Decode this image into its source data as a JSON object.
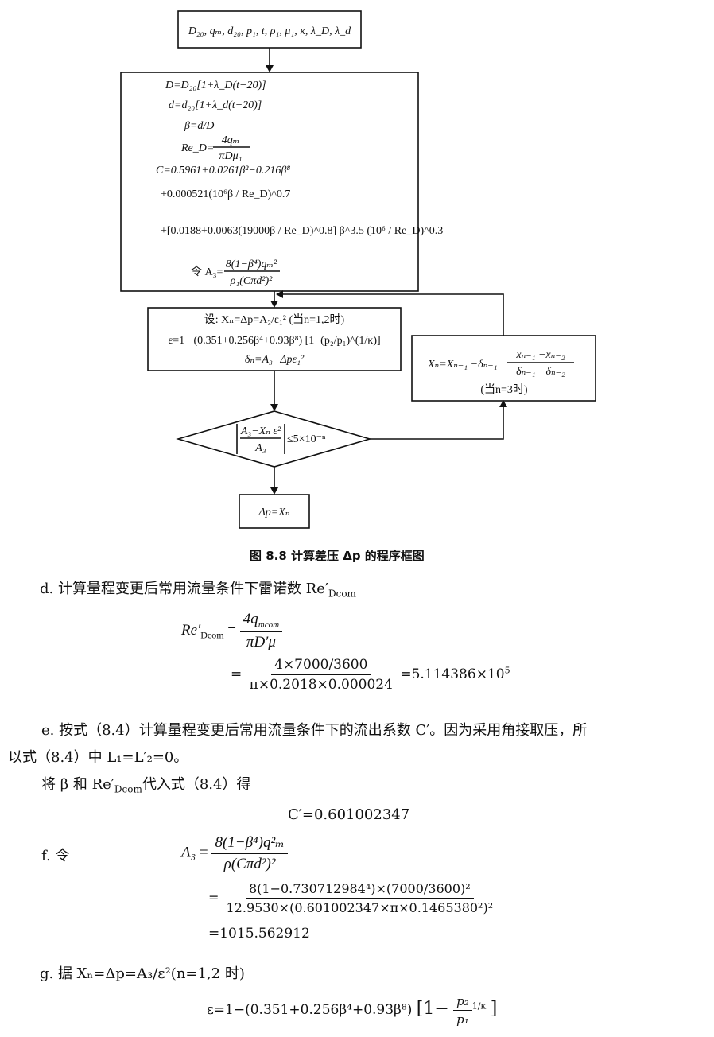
{
  "flowchart": {
    "input_box": "D₂₀, qₘ, d₂₀, p₁, t, ρ₁, μ₁, κ, λ_D, λ_d",
    "calc_box": {
      "line1": "D=D₂₀[1+λ_D(t−20)]",
      "line2": "d=d₂₀[1+λ_d(t−20)]",
      "line3": "β=d/D",
      "line4_lhs": "Re_D=",
      "line4_num": "4qₘ",
      "line4_den": "πDμ₁",
      "line5": "C=0.5961+0.0261β²−0.216β⁸",
      "line6": "+0.000521(10⁶β / Re_D)^0.7",
      "line7": "+[0.0188+0.0063(19000β / Re_D)^0.8] β^3.5 (10⁶ / Re_D)^0.3",
      "line8_lhs": "令 A₃=",
      "line8_num": "8(1−β⁴)qₘ²",
      "line8_den": "ρ₁(Cπd²)²"
    },
    "iter_box": {
      "line1": "设: Xₙ=Δp=A₃/ε₁² (当n=1,2时)",
      "line2": "ε=1− (0.351+0.256β⁴+0.93β⁸) [1−(p₂/p₁)^(1/κ)]",
      "line3": "δₙ=A₃−Δpε₁²"
    },
    "secant_box": {
      "line1_lhs": "Xₙ=Xₙ₋₁ −δₙ₋₁",
      "line1_num": "xₙ₋₁ −xₙ₋₂",
      "line1_den": "δₙ₋₁− δₙ₋₂",
      "line2": "(当n=3时)"
    },
    "decision": {
      "num": "A₃−Xₙ ε²",
      "den": "A₃",
      "rhs": "≤5×10⁻ⁿ"
    },
    "result_box": "Δp=Xₙ"
  },
  "caption": "图 8.8  计算差压 Δp 的程序框图",
  "step_d": {
    "text": "d. 计算量程变更后常用流量条件下雷诺数 Re′",
    "sub": "Dcom",
    "eq1_lhs": "Re′",
    "eq1_lhs_sub": "Dcom",
    "eq1_num": "4q",
    "eq1_num_sub": "mcom",
    "eq1_den": "πD′μ",
    "eq2_num": "4×7000/3600",
    "eq2_den": "π×0.2018×0.000024",
    "eq2_result": "=5.114386×10",
    "eq2_exp": "5"
  },
  "step_e": {
    "line1": "e. 按式（8.4）计算量程变更后常用流量条件下的流出系数 C′。因为采用角接取压，所",
    "line2": "以式（8.4）中 L₁=L′₂=0。",
    "line3_a": "将 β 和 Re′",
    "line3_sub": "Dcom",
    "line3_b": "代入式（8.4）得",
    "result": "C′=0.601002347"
  },
  "step_f": {
    "label": "f. 令",
    "lhs": "A₃",
    "num1": "8(1−β⁴)q²ₘ",
    "den1": "ρ(Cπd²)²",
    "num2": "8(1−0.730712984⁴)×(7000/3600)²",
    "den2": "12.9530×(0.601002347×π×0.1465380²)²",
    "result": "=1015.562912"
  },
  "step_g": {
    "text": "g. 据 Xₙ=Δp=A₃/ε²(n=1,2 时)",
    "eq": "ε=1−(0.351+0.256β⁴+0.93β⁸)",
    "bracket_a": "[1−",
    "frac_num": "p₂",
    "frac_den": "p₁",
    "exp": "1/κ",
    "bracket_b": "]"
  }
}
